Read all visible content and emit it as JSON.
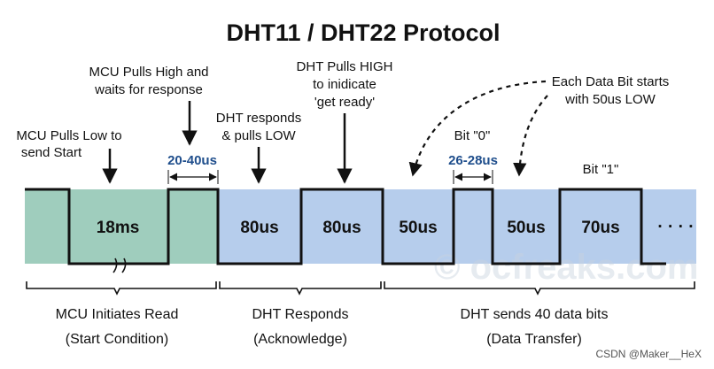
{
  "title": "DHT11 / DHT22 Protocol",
  "annotations": {
    "mcu_low_1": "MCU Pulls Low to",
    "mcu_low_2": "send Start",
    "mcu_high_1": "MCU Pulls High and",
    "mcu_high_2": "waits for response",
    "t_20_40": "20-40us",
    "dht_resp_1": "DHT responds",
    "dht_resp_2": "& pulls LOW",
    "dht_high_1": "DHT Pulls HIGH",
    "dht_high_2": "to inidicate",
    "dht_high_3": "'get ready'",
    "bit0": "Bit \"0\"",
    "t_26_28": "26-28us",
    "databit_1": "Each Data Bit starts",
    "databit_2": "with 50us LOW",
    "bit1": "Bit \"1\""
  },
  "segments": {
    "s18ms": "18ms",
    "s80a": "80us",
    "s80b": "80us",
    "s50a": "50us",
    "s50b": "50us",
    "s70": "70us",
    "ellipsis": "· · · ·"
  },
  "phases": {
    "p1_1": "MCU Initiates Read",
    "p1_2": "(Start Condition)",
    "p2_1": "DHT Responds",
    "p2_2": "(Acknowledge)",
    "p3_1": "DHT sends 40 data bits",
    "p3_2": "(Data Transfer)"
  },
  "watermark": "© ocfreaks.com",
  "credit": "CSDN @Maker__HeX",
  "colors": {
    "mcu_band": "#9fcdbd",
    "dht_band": "#b6cdec",
    "signal": "#111111",
    "time_label": "#1f4e8c"
  }
}
